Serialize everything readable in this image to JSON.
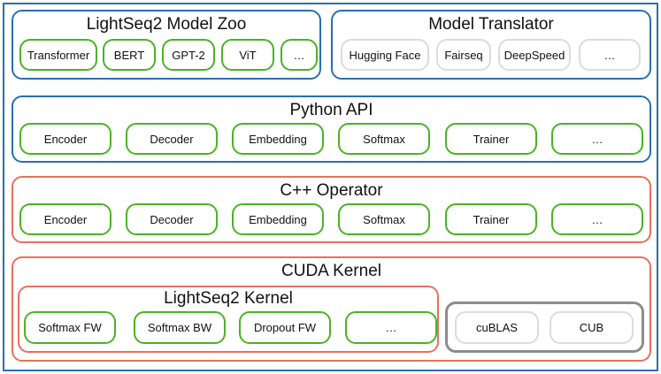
{
  "model_zoo": {
    "title": "LightSeq2 Model Zoo",
    "items": [
      "Transformer",
      "BERT",
      "GPT-2",
      "ViT",
      "…"
    ]
  },
  "model_translator": {
    "title": "Model Translator",
    "items": [
      "Hugging Face",
      "Fairseq",
      "DeepSpeed",
      "…"
    ]
  },
  "python_api": {
    "title": "Python API",
    "items": [
      "Encoder",
      "Decoder",
      "Embedding",
      "Softmax",
      "Trainer",
      "…"
    ]
  },
  "cpp_operator": {
    "title": "C++ Operator",
    "items": [
      "Encoder",
      "Decoder",
      "Embedding",
      "Softmax",
      "Trainer",
      "…"
    ]
  },
  "cuda_kernel": {
    "title": "CUDA Kernel",
    "lightseq2_kernel": {
      "title": "LightSeq2 Kernel",
      "items": [
        "Softmax FW",
        "Softmax BW",
        "Dropout FW",
        "…"
      ]
    },
    "libraries": [
      "cuBLAS",
      "CUB"
    ]
  },
  "colors": {
    "blue_border": "#2a6fb0",
    "red_border": "#e8705f",
    "green_border": "#4ab324",
    "grey_border": "#dcdcdc",
    "gray_outer": "#8c8c8c"
  }
}
